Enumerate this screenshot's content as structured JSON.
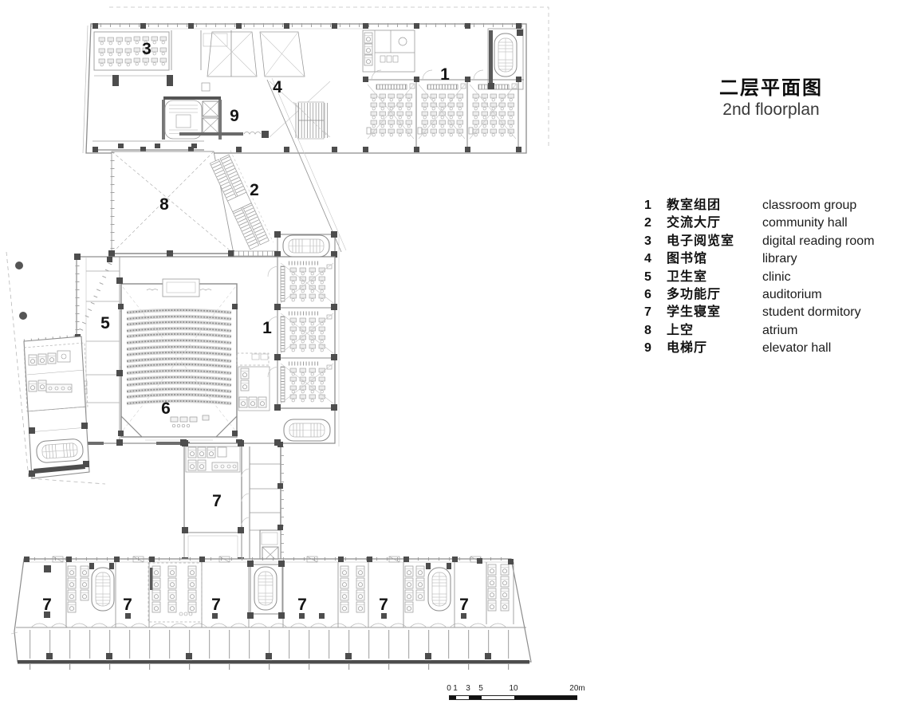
{
  "title": {
    "zh": "二层平面图",
    "en": "2nd floorplan"
  },
  "legend": {
    "items": [
      {
        "num": "1",
        "zh": "教室组团",
        "en": "classroom group"
      },
      {
        "num": "2",
        "zh": "交流大厅",
        "en": "community hall"
      },
      {
        "num": "3",
        "zh": "电子阅览室",
        "en": "digital reading room"
      },
      {
        "num": "4",
        "zh": "图书馆",
        "en": "library"
      },
      {
        "num": "5",
        "zh": "卫生室",
        "en": "clinic"
      },
      {
        "num": "6",
        "zh": "多功能厅",
        "en": "auditorium"
      },
      {
        "num": "7",
        "zh": "学生寝室",
        "en": "student dormitory"
      },
      {
        "num": "8",
        "zh": "上空",
        "en": "atrium"
      },
      {
        "num": "9",
        "zh": "电梯厅",
        "en": "elevator hall"
      }
    ]
  },
  "plan": {
    "labels": [
      {
        "room": "digital-reading-room",
        "text": "3"
      },
      {
        "room": "library",
        "text": "4"
      },
      {
        "room": "elevator-hall",
        "text": "9"
      },
      {
        "room": "classroom-group-top",
        "text": "1"
      },
      {
        "room": "community-hall",
        "text": "2"
      },
      {
        "room": "atrium",
        "text": "8"
      },
      {
        "room": "clinic",
        "text": "5"
      },
      {
        "room": "classroom-group-mid",
        "text": "1"
      },
      {
        "room": "auditorium",
        "text": "6"
      },
      {
        "room": "dormitory-wing",
        "text": "7"
      },
      {
        "room": "dormitory-1",
        "text": "7"
      },
      {
        "room": "dormitory-2",
        "text": "7"
      },
      {
        "room": "dormitory-3",
        "text": "7"
      },
      {
        "room": "dormitory-4",
        "text": "7"
      },
      {
        "room": "dormitory-5",
        "text": "7"
      },
      {
        "room": "dormitory-6",
        "text": "7"
      }
    ]
  },
  "scalebar": {
    "labels": [
      "0",
      "1",
      "3",
      "5",
      "10",
      "20m"
    ]
  },
  "colors": {
    "label": "#141414",
    "wall": "#8c8c8c",
    "heavy": "#4d4d4d",
    "light": "#bfbfbf"
  }
}
